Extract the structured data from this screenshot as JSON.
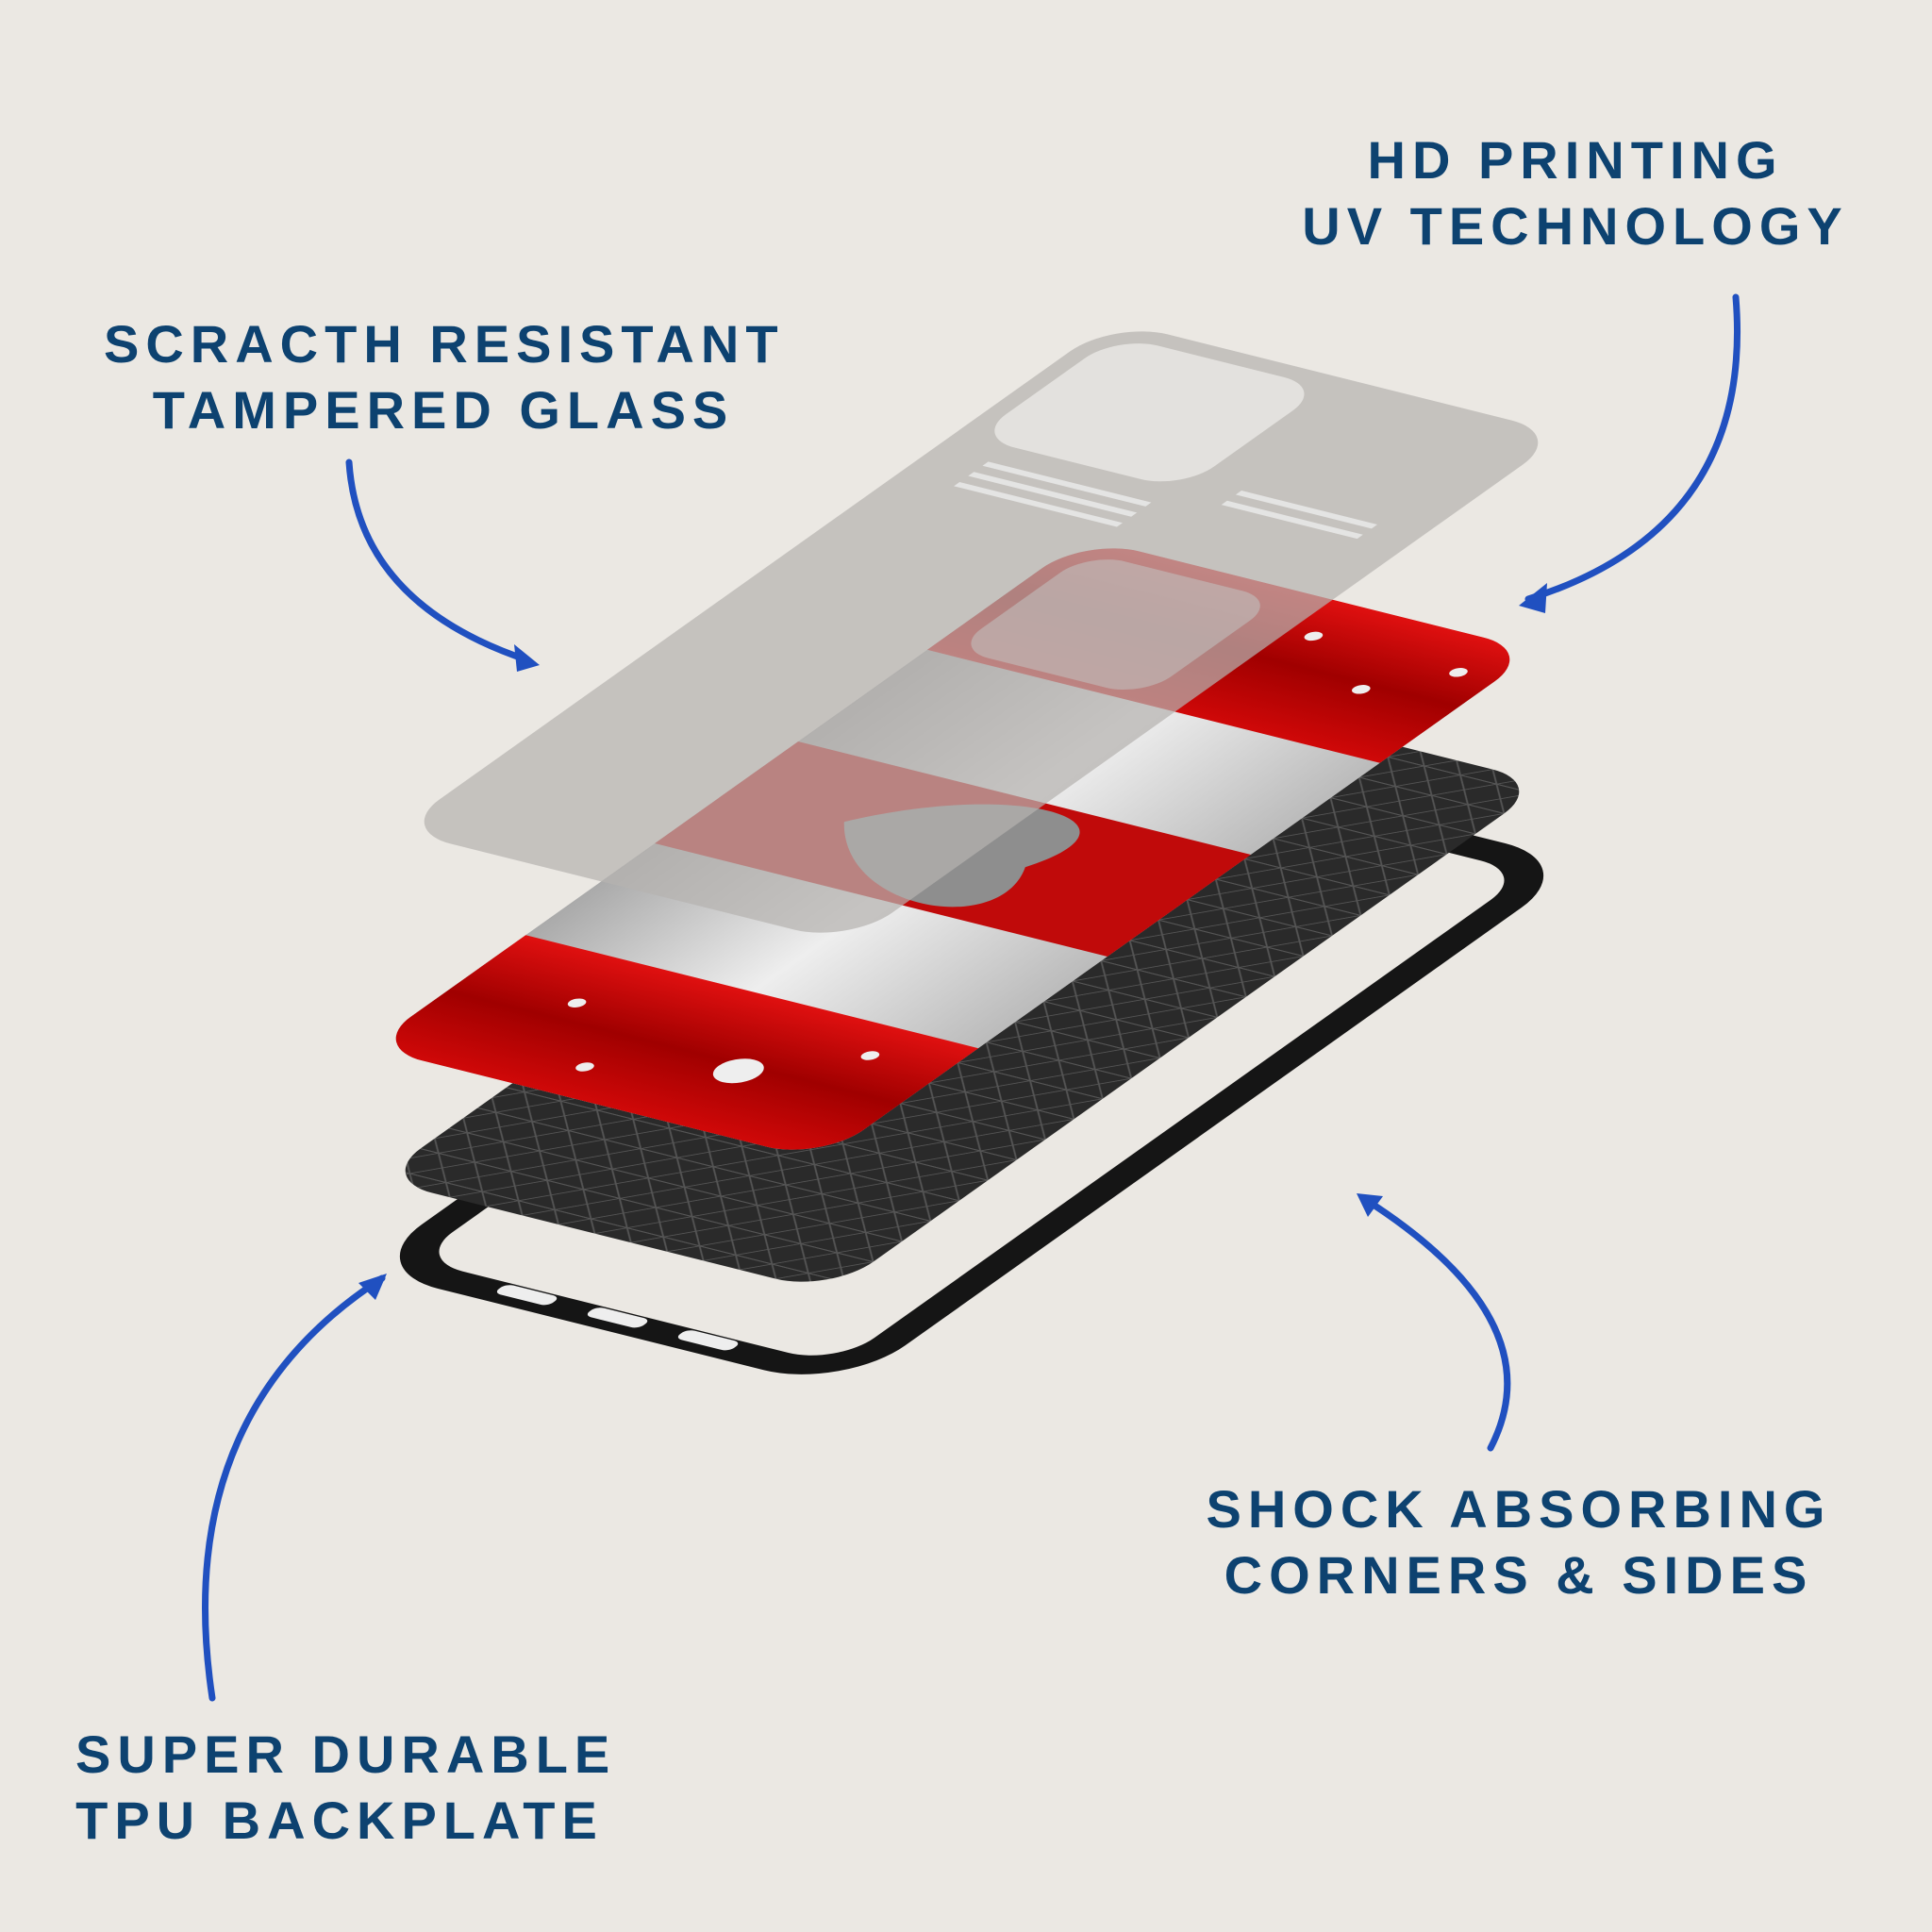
{
  "labels": {
    "glass": {
      "line1": "SCRACTH RESISTANT",
      "line2": "TAMPERED GLASS"
    },
    "printing": {
      "line1": "HD PRINTING",
      "line2": "UV TECHNOLOGY"
    },
    "shock": {
      "line1": "SHOCK ABSORBING",
      "line2": "CORNERS & SIDES"
    },
    "backplate": {
      "line1": "SUPER DURABLE",
      "line2": "TPU BACKPLATE"
    }
  },
  "colors": {
    "background": "#ebe8e3",
    "text": "#0d4270",
    "arrow": "#2050c0",
    "red": "#c00a0a",
    "silver": "#c9c9c9",
    "black": "#1a1a1a"
  }
}
